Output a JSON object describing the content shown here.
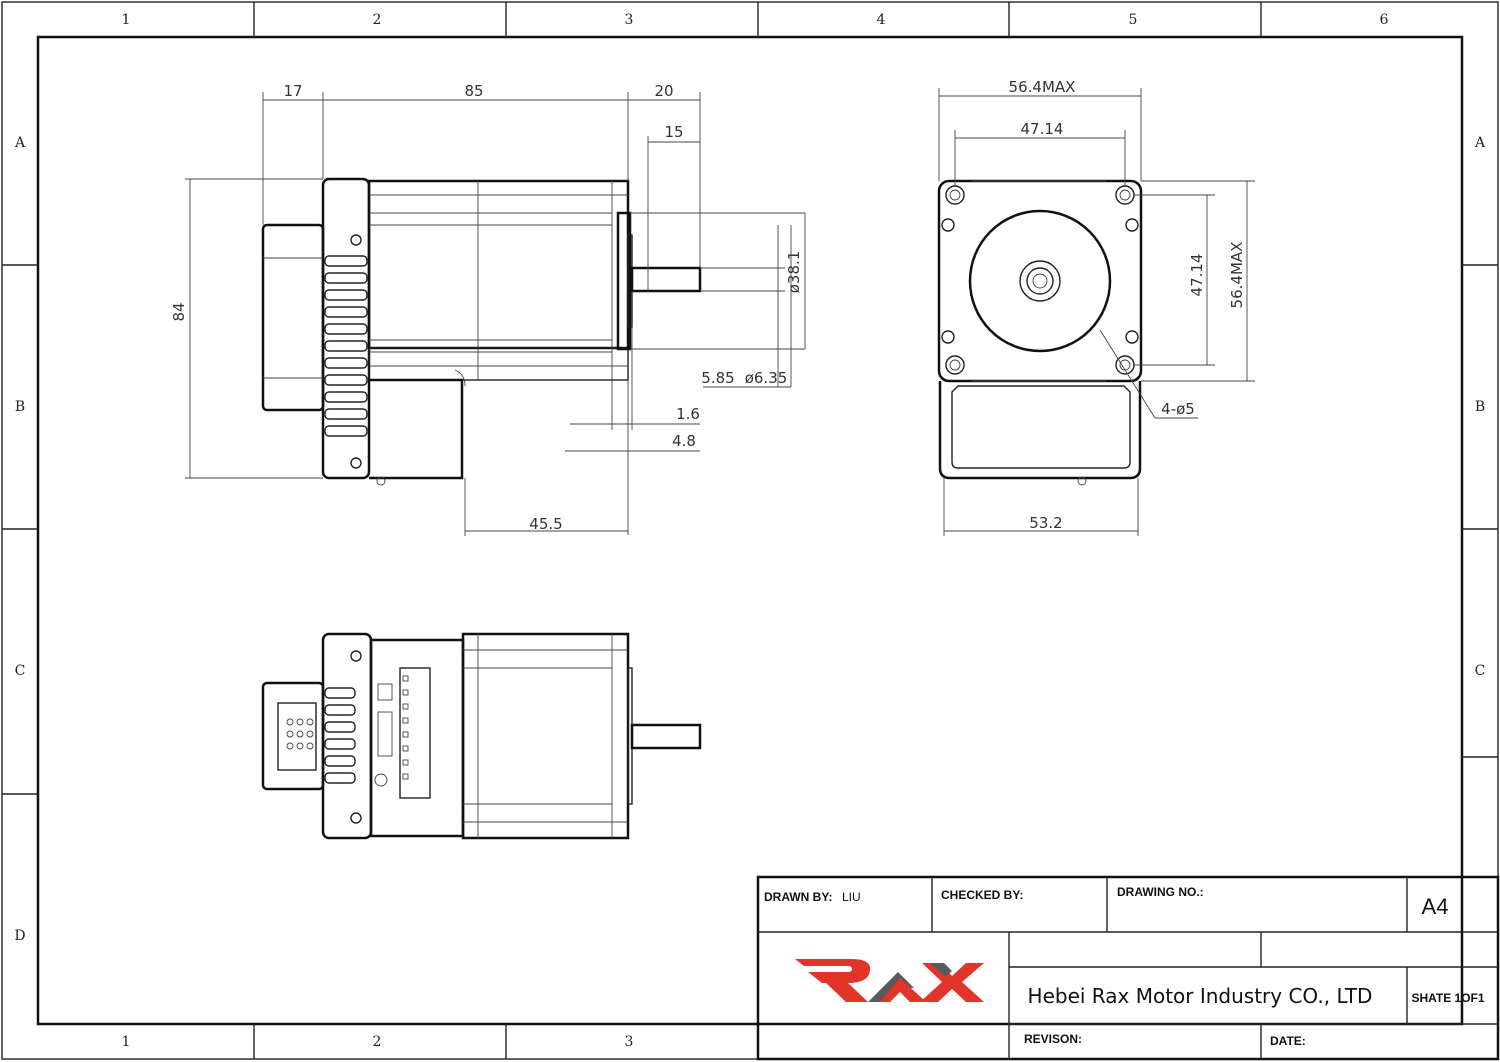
{
  "sheet": {
    "zones_columns": [
      "1",
      "2",
      "3",
      "4",
      "5",
      "6"
    ],
    "zones_columns_bottom": [
      "1",
      "2",
      "3"
    ],
    "zones_rows": [
      "A",
      "B",
      "C",
      "D"
    ]
  },
  "dimensions": {
    "side_view": {
      "d17": "17",
      "d85": "85",
      "d20": "20",
      "d15": "15",
      "d84": "84",
      "d38": "ø38.1",
      "d585": "5.85",
      "d635": "ø6.35",
      "d16": "1.6",
      "d48": "4.8",
      "d455": "45.5"
    },
    "front_view": {
      "d564_top": "56.4MAX",
      "d4714_top": "47.14",
      "d4714_side": "47.14",
      "d564_side": "56.4MAX",
      "holes": "4-ø5",
      "d532": "53.2"
    }
  },
  "title_block": {
    "drawn_by_label": "DRAWN BY:",
    "drawn_by_value": "LIU",
    "checked_by_label": "CHECKED BY:",
    "drawing_no_label": "DRAWING NO.:",
    "paper_size": "A4",
    "company": "Hebei Rax Motor Industry CO., LTD",
    "sheet": "SHATE 1OF1",
    "revision_label": "REVISON:",
    "date_label": "DATE:"
  },
  "logo": {
    "lettering": "RAX",
    "colors": {
      "primary": "#e3342a",
      "secondary": "#555555"
    }
  }
}
